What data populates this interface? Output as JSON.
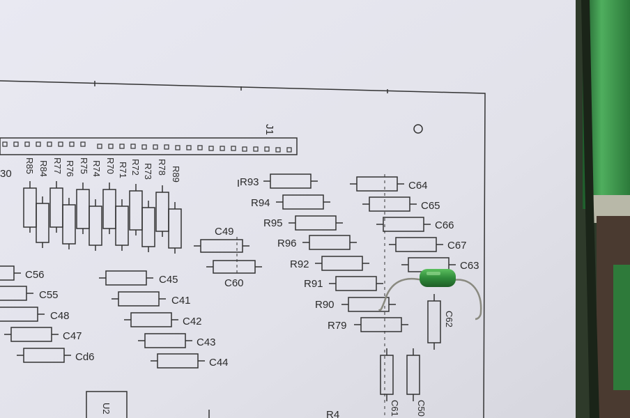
{
  "photo": {
    "subject": "",
    "connector_label": "J1",
    "labels": {
      "r_top": [
        "R85",
        "R84",
        "R77",
        "R76",
        "R75",
        "R74",
        "R70",
        "R71",
        "R72",
        "R73",
        "R78",
        "R89"
      ],
      "r93": "R93",
      "r94": "R94",
      "r95": "R95",
      "r96": "R96",
      "r92": "R92",
      "r91": "R91",
      "r90": "R90",
      "r79": "R79",
      "r4": "R4",
      "c64": "C64",
      "c65": "C65",
      "c66": "C66",
      "c67": "C67",
      "c63": "C63",
      "c62": "C62",
      "c61": "C61",
      "c50": "C50",
      "c49": "C49",
      "c60": "C60",
      "c45": "C45",
      "c41": "C41",
      "c42": "C42",
      "c43": "C43",
      "c44": "C44",
      "c56": "C56",
      "c55": "C55",
      "c48": "C48",
      "c47": "C47",
      "c46": "Cd6",
      "u2": "U2",
      "clip": "30"
    },
    "colors": {
      "paper": "#e6e6ee",
      "ink": "#2a2a2a",
      "pcb_green": "#3f9a55",
      "component_green": "#2f8a3a"
    }
  }
}
